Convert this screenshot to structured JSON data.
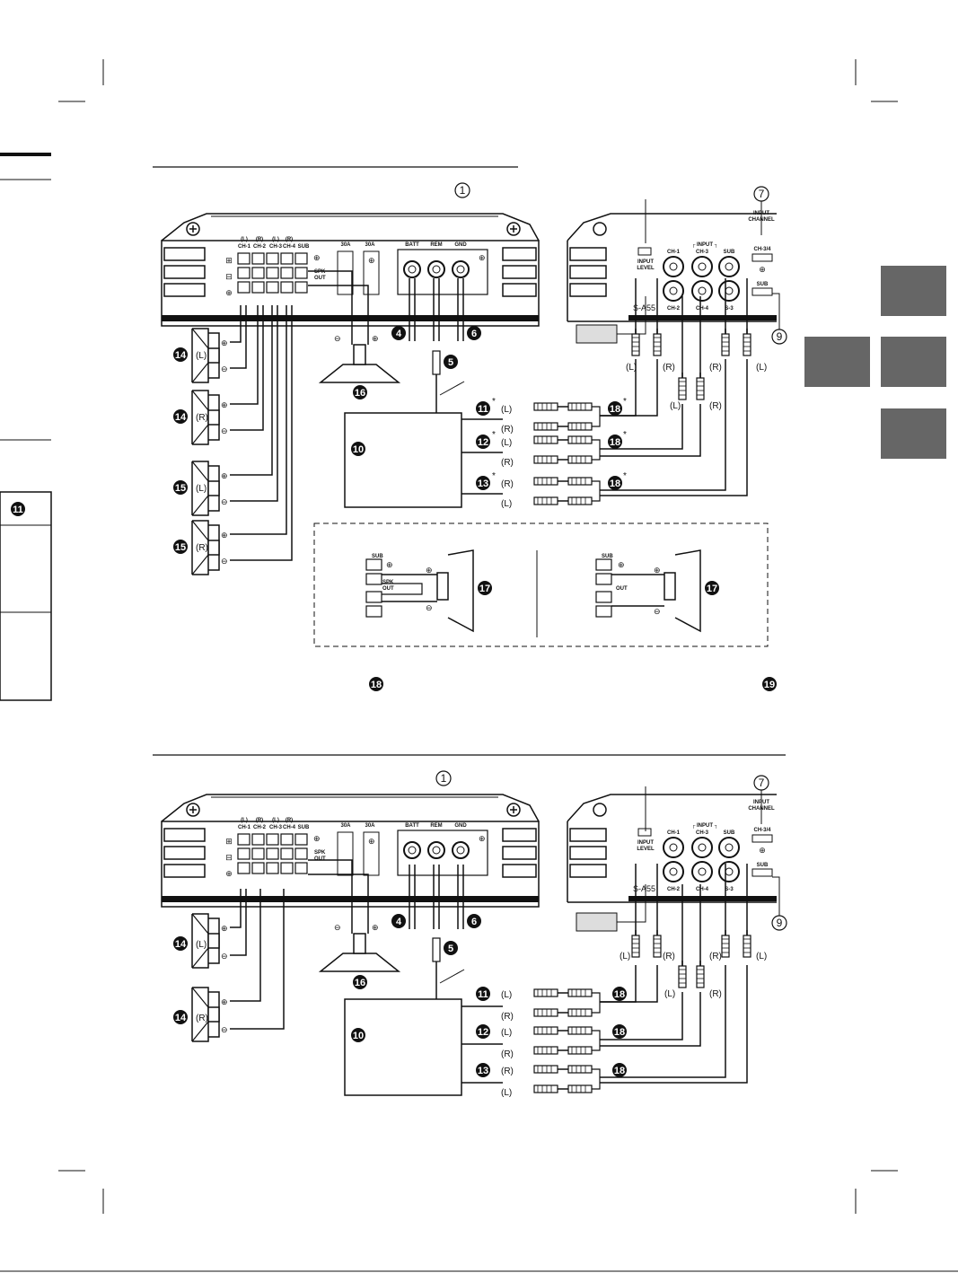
{
  "margin_badge": "11",
  "diagram_top": {
    "ref_1": "1",
    "ref_7": "7",
    "ref_9": "9",
    "ref_4": "4",
    "ref_5": "5",
    "ref_6": "6",
    "ref_10": "10",
    "ref_11": "11",
    "ref_12": "12",
    "ref_13": "13",
    "ref_14": "14",
    "ref_15": "15",
    "ref_16": "16",
    "ref_17": "17",
    "ref_18": "18",
    "ref_19": "19",
    "asterisk": "*",
    "left": "(L)",
    "right": "(R)",
    "terminal_labels": [
      "(L) CH-1",
      "(R) CH-2",
      "(L) CH-3",
      "(R) CH-4",
      "SUB"
    ],
    "fuse_labels": [
      "30A",
      "30A"
    ],
    "power_labels": [
      "BATT",
      "REM",
      "GND"
    ],
    "input_header": "INPUT",
    "input_jacks_top": [
      "CH-1",
      "CH-3",
      "SUB"
    ],
    "input_jacks_bottom": [
      "CH-2",
      "CH-4",
      "S-3"
    ],
    "input_level": "INPUT LEVEL",
    "input_channel": "INPUT CHANNEL",
    "ch34": "CH-3/4",
    "sub_switch": "SUB",
    "model": "S-A55",
    "spk_out": "SPK OUT",
    "out": "OUT",
    "plus": "⊕",
    "minus": "⊖"
  }
}
